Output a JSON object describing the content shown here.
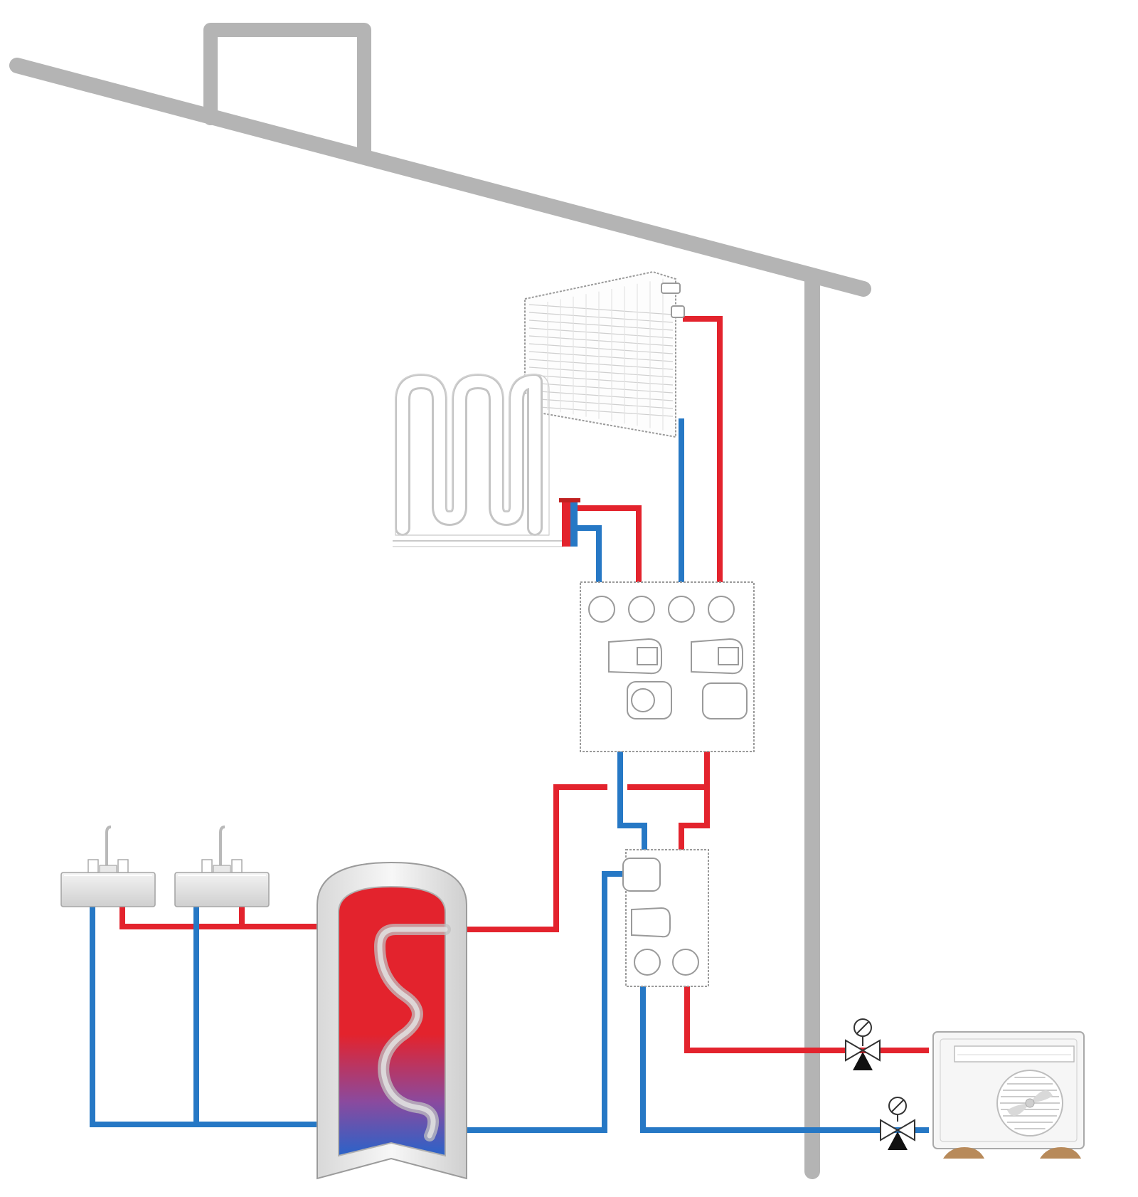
{
  "diagram": {
    "kind": "heat-pump-heating-and-hot-water-system",
    "colors": {
      "background": "#ffffff",
      "structure": "#b4b4b4",
      "hot_pipe": "#e3232d",
      "cold_pipe": "#2678c5",
      "equipment_fill": "#ffffff",
      "equipment_stroke": "#9a9a9a",
      "sink_fill": "#e6e6e6",
      "tank_hot": "#e3232d",
      "tank_cold": "#2a63c9",
      "feet": "#b88a5a",
      "valve": "#111111"
    },
    "components": [
      {
        "id": "roof",
        "icon": "roof-outline"
      },
      {
        "id": "chimney",
        "icon": "chimney-outline"
      },
      {
        "id": "wall",
        "icon": "wall-line"
      },
      {
        "id": "radiator",
        "icon": "radiator-icon"
      },
      {
        "id": "underfloor-coil",
        "icon": "underfloor-heating-icon"
      },
      {
        "id": "manifold",
        "icon": "manifold-icon"
      },
      {
        "id": "hydraulic-module-upper",
        "icon": "pump-group-icon"
      },
      {
        "id": "hydraulic-module-lower",
        "icon": "pump-group-icon"
      },
      {
        "id": "hot-water-cylinder",
        "icon": "hot-water-tank-icon"
      },
      {
        "id": "sink-1",
        "icon": "sink-tap-icon"
      },
      {
        "id": "sink-2",
        "icon": "sink-tap-icon"
      },
      {
        "id": "outdoor-heat-pump",
        "icon": "heat-pump-unit-icon"
      },
      {
        "id": "valve-flow",
        "icon": "three-way-valve-icon"
      },
      {
        "id": "valve-return",
        "icon": "three-way-valve-icon"
      }
    ]
  }
}
